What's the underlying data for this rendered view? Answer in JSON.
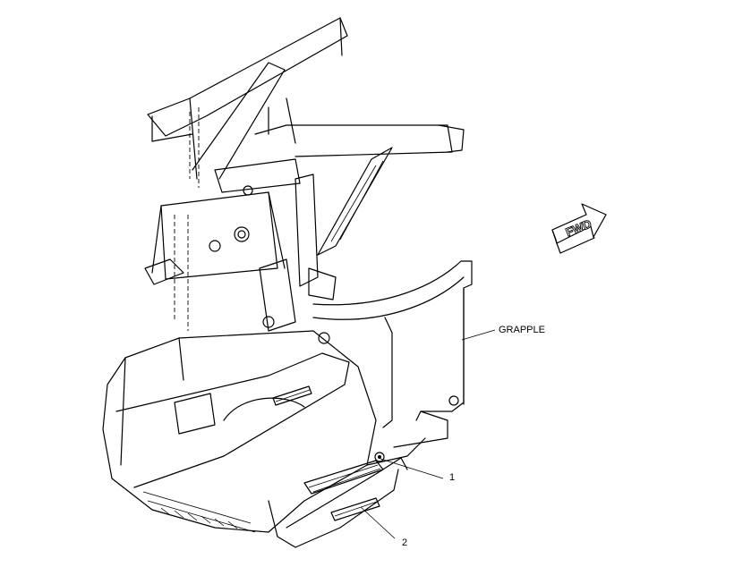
{
  "labels": {
    "grapple": "GRAPPLE",
    "callout_1": "1",
    "callout_2": "2",
    "forward_arrow": "FWD"
  }
}
